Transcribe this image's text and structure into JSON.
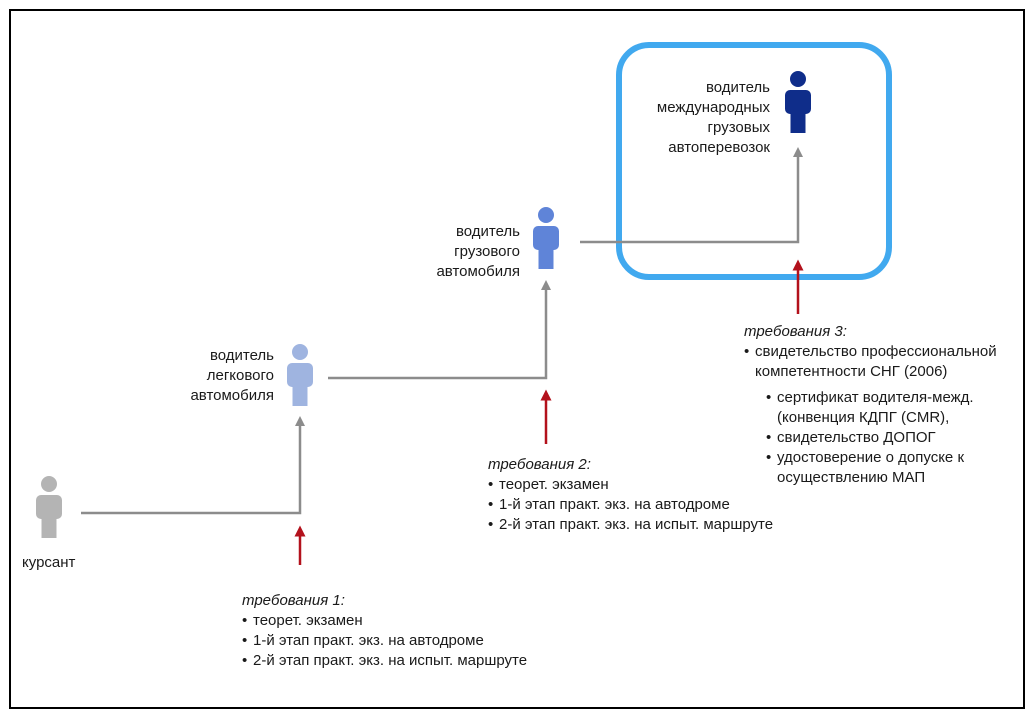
{
  "colors": {
    "kursant": "#b4b4b4",
    "legkovoy": "#9fb4e0",
    "gruzovoy": "#5f84d8",
    "mezhd": "#0f2d8a",
    "arrow_grey": "#8c8c8c",
    "arrow_red": "#b3111c",
    "highlight_box": "#41a9ef"
  },
  "roles": {
    "kursant": "курсант",
    "legkovoy": [
      "водитель",
      "легкового",
      "автомобиля"
    ],
    "gruzovoy": [
      "водитель",
      "грузового",
      "автомобиля"
    ],
    "mezhd": [
      "водитель",
      "международных",
      "грузовых",
      "автоперевозок"
    ]
  },
  "requirements": {
    "r1": {
      "title": "требования 1:",
      "items": [
        "теорет. экзамен",
        "1-й этап практ. экз. на автодроме",
        "2-й этап практ. экз. на испыт. маршруте"
      ]
    },
    "r2": {
      "title": "требования 2:",
      "items": [
        "теорет. экзамен",
        "1-й этап практ. экз. на автодроме",
        "2-й этап практ. экз. на испыт. маршруте"
      ]
    },
    "r3": {
      "title": "требования 3:",
      "item": [
        "свидетельство профессиональной",
        "компетентности СНГ (2006)"
      ],
      "subitems": [
        [
          "сертификат водителя-межд.",
          "(конвенция КДПГ (CMR),"
        ],
        [
          "свидетельство ДОПОГ"
        ],
        [
          "удостоверение о допуске к",
          "осуществлению МАП"
        ]
      ]
    }
  }
}
